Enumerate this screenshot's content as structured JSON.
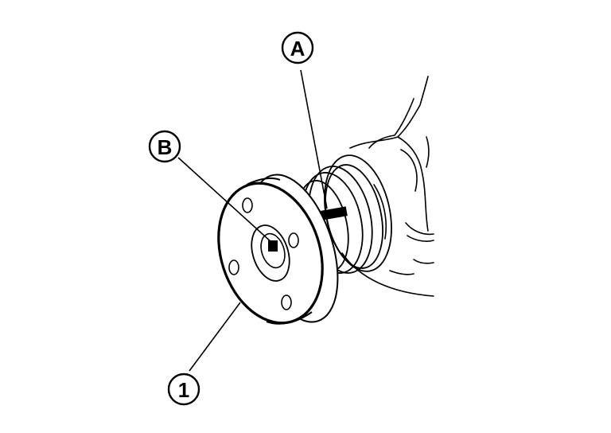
{
  "callouts": {
    "a": "A",
    "b": "B",
    "one": "1"
  },
  "colors": {
    "line": "#000000",
    "background": "#ffffff",
    "mark": "#000000"
  }
}
